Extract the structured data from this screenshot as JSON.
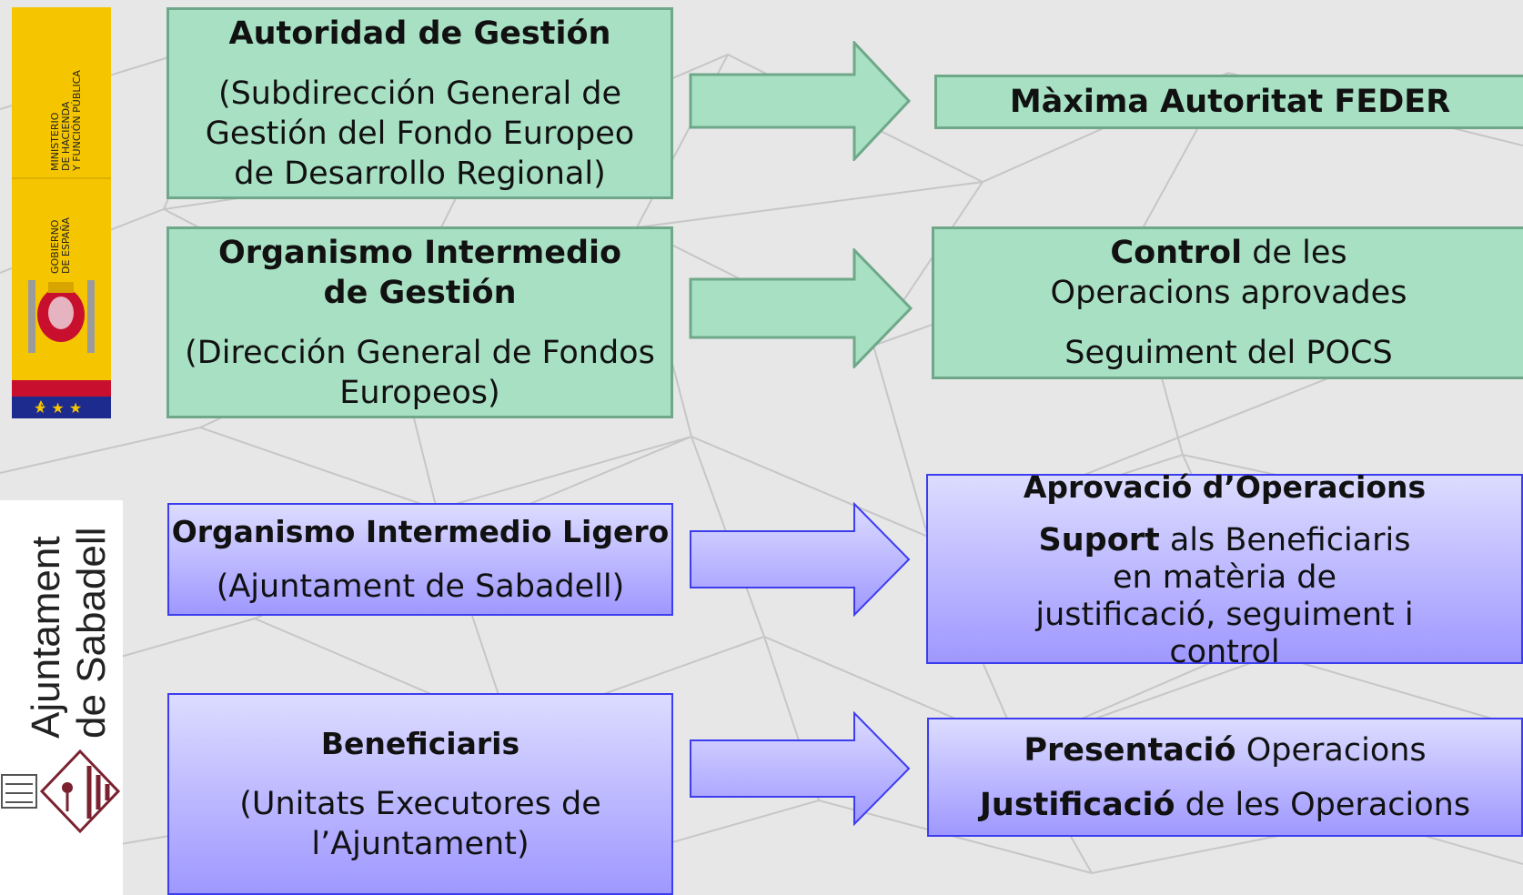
{
  "logos": {
    "ministry": {
      "line1": "MINISTERIO",
      "line2": "DE HACIENDA",
      "line3": "Y FUNCIÓN PÚBLICA",
      "line4": "GOBIERNO",
      "line5": "DE ESPAÑA"
    },
    "ajuntament": {
      "line1": "Ajuntament",
      "line2": "de Sabadell"
    }
  },
  "rows": [
    {
      "left": {
        "title": "Autoridad de Gestión",
        "subtitle": "(Subdirección General de Gestión del Fondo Europeo de Desarrollo Regional)"
      },
      "right": {
        "title": "Màxima Autoritat FEDER"
      }
    },
    {
      "left": {
        "title": "Organismo Intermedio de Gestión",
        "subtitle": "(Dirección General de Fondos Europeos)"
      },
      "right": {
        "bold": "Control",
        "rest": " de les Operacions aprovades",
        "line2": "Seguiment del POCS"
      }
    },
    {
      "left": {
        "title": "Organismo Intermedio Ligero",
        "subtitle": "(Ajuntament de Sabadell)"
      },
      "right": {
        "title": "Aprovació d’Operacions",
        "bold": "Suport",
        "rest": " als Beneficiaris en matèria de justificació, seguiment i control"
      }
    },
    {
      "left": {
        "title": "Beneficiaris",
        "subtitle": "(Unitats Executores de l’Ajuntament)"
      },
      "right": {
        "bold1": "Presentació",
        "rest1": " Operacions",
        "bold2": "Justificació",
        "rest2": " de les Operacions"
      }
    }
  ],
  "colors": {
    "green_fill": "#a8e0c4",
    "green_border": "#6ea889",
    "purple_fill": "#b8b4ff",
    "purple_border": "#3d3df0"
  }
}
